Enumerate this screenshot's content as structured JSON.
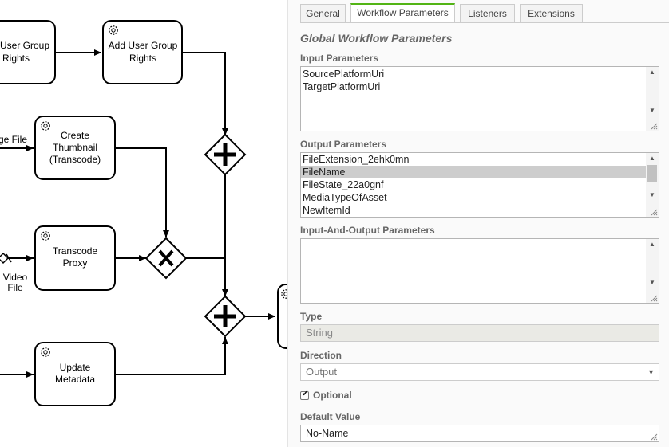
{
  "diagram": {
    "tasks": [
      {
        "id": "t-user-rights-left",
        "lines": [
          "User Group",
          "Rights"
        ]
      },
      {
        "id": "t-add-user-group",
        "lines": [
          "Add User Group",
          "Rights"
        ]
      },
      {
        "id": "t-create-thumbnail",
        "lines": [
          "Create",
          "Thumbnail",
          "(Transcode)"
        ]
      },
      {
        "id": "t-transcode-proxy",
        "lines": [
          "Transcode",
          "Proxy"
        ]
      },
      {
        "id": "t-update-metadata",
        "lines": [
          "Update",
          "Metadata"
        ]
      }
    ],
    "edge_labels": {
      "image_file": "ge File",
      "video_file_line1": "Video",
      "video_file_line2": "File"
    }
  },
  "panel": {
    "tabs": [
      {
        "label": "General",
        "active": false
      },
      {
        "label": "Workflow Parameters",
        "active": true
      },
      {
        "label": "Listeners",
        "active": false
      },
      {
        "label": "Extensions",
        "active": false
      }
    ],
    "group_title": "Global Workflow Parameters",
    "input_parameters": {
      "label": "Input Parameters",
      "items": [
        "SourcePlatformUri",
        "TargetPlatformUri"
      ]
    },
    "output_parameters": {
      "label": "Output Parameters",
      "items": [
        "FileExtension_2ehk0mn",
        "FileName",
        "FileState_22a0gnf",
        "MediaTypeOfAsset",
        "NewItemId"
      ],
      "selected_index": 1
    },
    "input_output_parameters": {
      "label": "Input-And-Output Parameters",
      "items": []
    },
    "type": {
      "label": "Type",
      "value": "String"
    },
    "direction": {
      "label": "Direction",
      "value": "Output"
    },
    "optional": {
      "label": "Optional",
      "checked": true
    },
    "default_value": {
      "label": "Default Value",
      "value": "No-Name"
    }
  },
  "colors": {
    "tab_accent": "#52b415",
    "selection": "#cdcdcd"
  }
}
